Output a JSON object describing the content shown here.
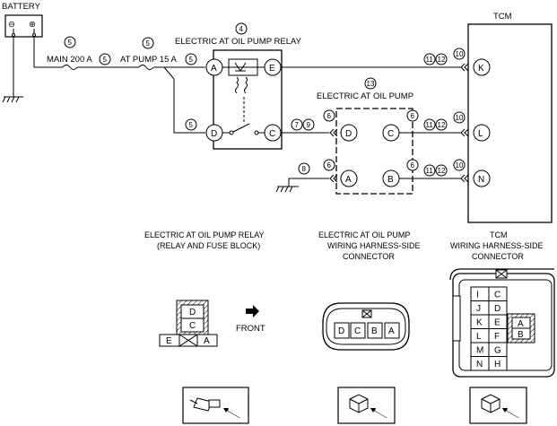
{
  "battery": {
    "title": "BATTERY",
    "neg": "⊖",
    "pos": "⊕"
  },
  "wires": {
    "main_fuse": "MAIN 200 A",
    "pump_fuse": "AT PUMP 15 A"
  },
  "callouts": [
    "5",
    "4",
    "13",
    "7",
    "9",
    "6",
    "8",
    "11",
    "12",
    "10"
  ],
  "relay": {
    "title": "ELECTRIC AT OIL PUMP RELAY",
    "pins": [
      "A",
      "E",
      "D",
      "C"
    ],
    "caption": [
      "ELECTRIC AT OIL PUMP RELAY",
      "(RELAY AND FUSE BLOCK)"
    ]
  },
  "pump": {
    "title": "ELECTRIC AT OIL PUMP",
    "pins": [
      "D",
      "C",
      "A",
      "B"
    ],
    "caption": [
      "ELECTRIC AT OIL PUMP",
      "WIRING HARNESS-SIDE",
      "CONNECTOR"
    ],
    "connector_pins": [
      "D",
      "C",
      "B",
      "A"
    ]
  },
  "tcm": {
    "title": "TCM",
    "pins": [
      "K",
      "L",
      "N"
    ],
    "caption": [
      "TCM",
      "WIRING HARNESS-SIDE",
      "CONNECTOR"
    ],
    "grid": [
      [
        "I",
        "C"
      ],
      [
        "J",
        "D"
      ],
      [
        "K",
        "E"
      ],
      [
        "L",
        "F"
      ],
      [
        "M",
        "G"
      ],
      [
        "N",
        "H"
      ]
    ],
    "side_pins": [
      "A",
      "B"
    ]
  },
  "relay_connector": {
    "pins": [
      "D",
      "C",
      "E",
      "A"
    ],
    "front_label": "FRONT"
  },
  "colors": {
    "line": "#000000",
    "hatch": "#000000"
  }
}
